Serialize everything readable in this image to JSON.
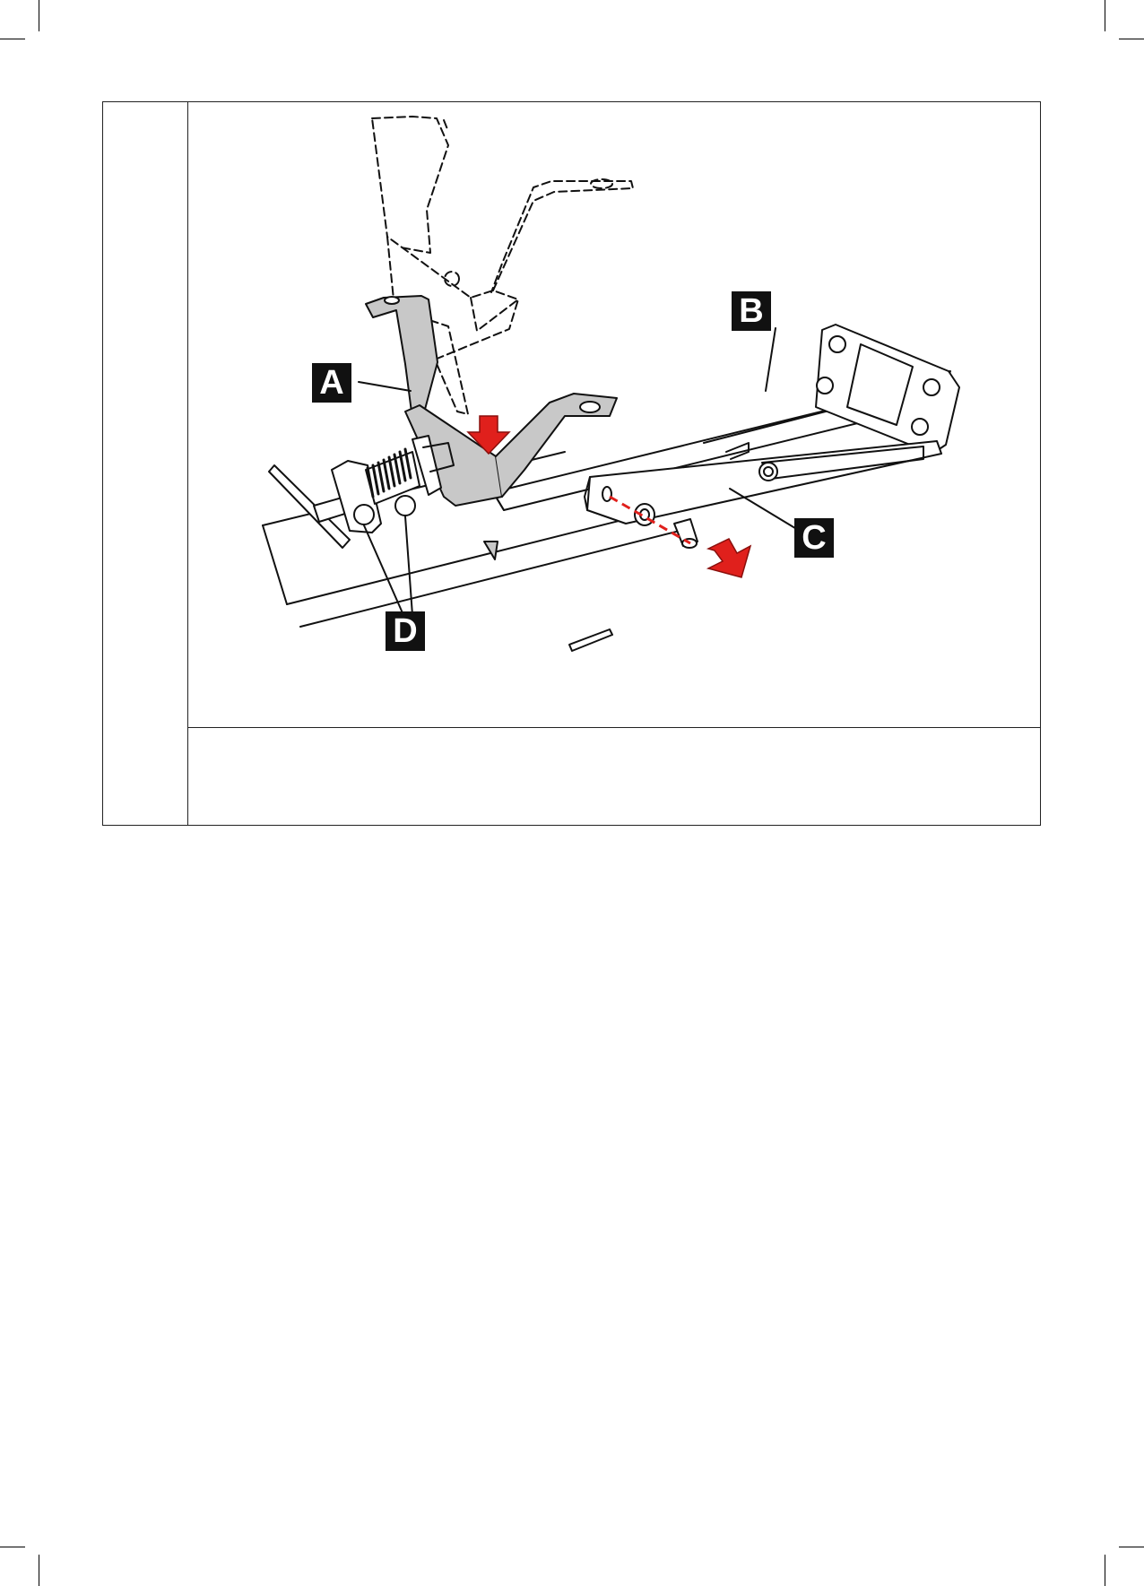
{
  "figure": {
    "callouts": {
      "a": "A",
      "b": "B",
      "c": "C",
      "d": "D"
    },
    "colors": {
      "arrow": "#e0201c",
      "pin_line": "#e0201c",
      "bracket_fill": "#c8c8c8",
      "outline": "#111111"
    },
    "icons": [
      "down-arrow-icon",
      "insert-arrow-icon"
    ]
  },
  "caption": {
    "text": ""
  }
}
